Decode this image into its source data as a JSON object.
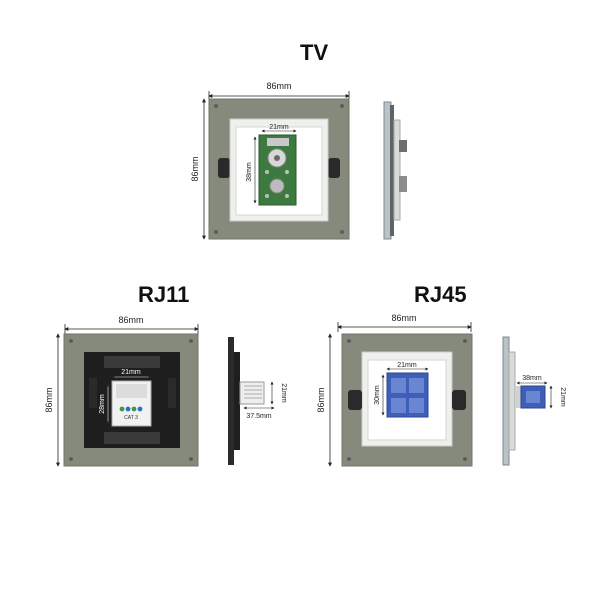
{
  "products": {
    "tv": {
      "title": "TV",
      "width_label": "86mm",
      "height_label": "86mm",
      "module_width_label": "21mm",
      "module_height_label": "38mm"
    },
    "rj11": {
      "title": "RJ11",
      "width_label": "86mm",
      "height_label": "86mm",
      "module_width_label": "21mm",
      "module_height_label": "28mm",
      "depth_label": "37.5mm",
      "side_height_label": "21mm",
      "module_text": "CAT 3"
    },
    "rj45": {
      "title": "RJ45",
      "width_label": "86mm",
      "height_label": "86mm",
      "module_width_label": "21mm",
      "module_height_label": "30mm",
      "depth_label": "38mm",
      "side_height_label": "21mm"
    }
  },
  "colors": {
    "frame": "#858a7d",
    "frame_dark": "#6f7468",
    "inner_white": "#eef0ee",
    "pcb_green": "#3c7a3f",
    "blue_module": "#3d5fb8",
    "glass_edge": "#9aa4a8"
  }
}
